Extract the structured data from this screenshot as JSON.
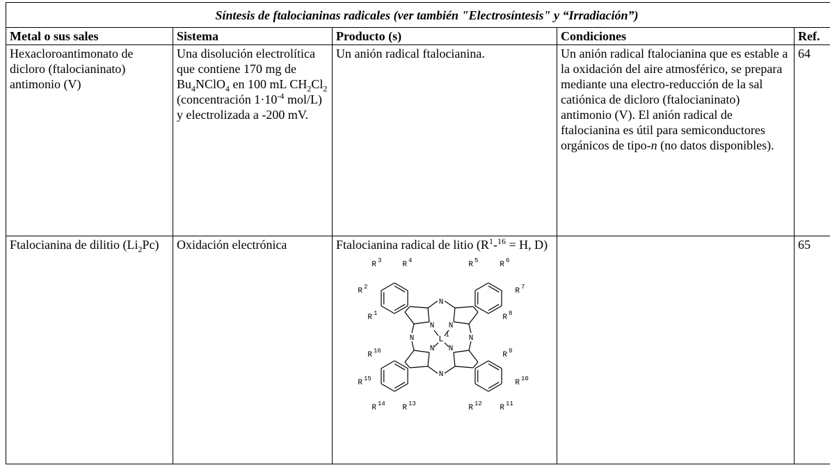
{
  "title": "Síntesis de ftalocianinas radicales (ver también \"Electrosíntesis\" y “Irradiación”)",
  "headers": [
    "Metal o sus sales",
    "Sistema",
    "Producto (s)",
    "Condiciones",
    "Ref."
  ],
  "row1": {
    "metal": "Hexacloroantimonato de dicloro (ftalocianinato) antimonio (V)",
    "sistema": {
      "p1": "Una disolución electrolítica que contiene 170 mg de Bu",
      "bu_sub": "4",
      "p2": "NClO",
      "clo_sub": "4",
      "p3": " en 100 mL CH",
      "ch_sub": "2",
      "p4": "Cl",
      "cl_sub": "2",
      "p5": " (concentración 1·10",
      "exp": "-4",
      "p6": " mol/L) y electrolizada a -200 mV."
    },
    "producto": "Un anión radical ftalocianina.",
    "condiciones": {
      "p1": "Un anión radical ftalocianina que es estable a la oxidación del aire atmosférico, se prepara mediante una electro-reducción de la sal catiónica de dicloro (ftalocianinato) antimonio (V). El anión radical de ftalocianina es útil para semiconductores orgánicos de tipo-",
      "n": "n",
      "p2": " (no datos disponibles)."
    },
    "ref": "64"
  },
  "row2": {
    "metal": {
      "p1": "Ftalocianina de dilitio (Li",
      "sub": "2",
      "p2": "Pc)"
    },
    "sistema": "Oxidación electrónica",
    "producto": {
      "p1": "Ftalocianina radical de litio (R",
      "sup": "1",
      "p2": "-",
      "sup2": "16",
      "p3": " = H, D)"
    },
    "condiciones": "",
    "ref": "65"
  },
  "structure": {
    "center": "L",
    "center_sup": "1",
    "n_label": "N",
    "r_label": "R",
    "r_numbers": [
      "1",
      "2",
      "3",
      "4",
      "5",
      "6",
      "7",
      "8",
      "9",
      "10",
      "11",
      "12",
      "13",
      "14",
      "15",
      "16"
    ]
  }
}
